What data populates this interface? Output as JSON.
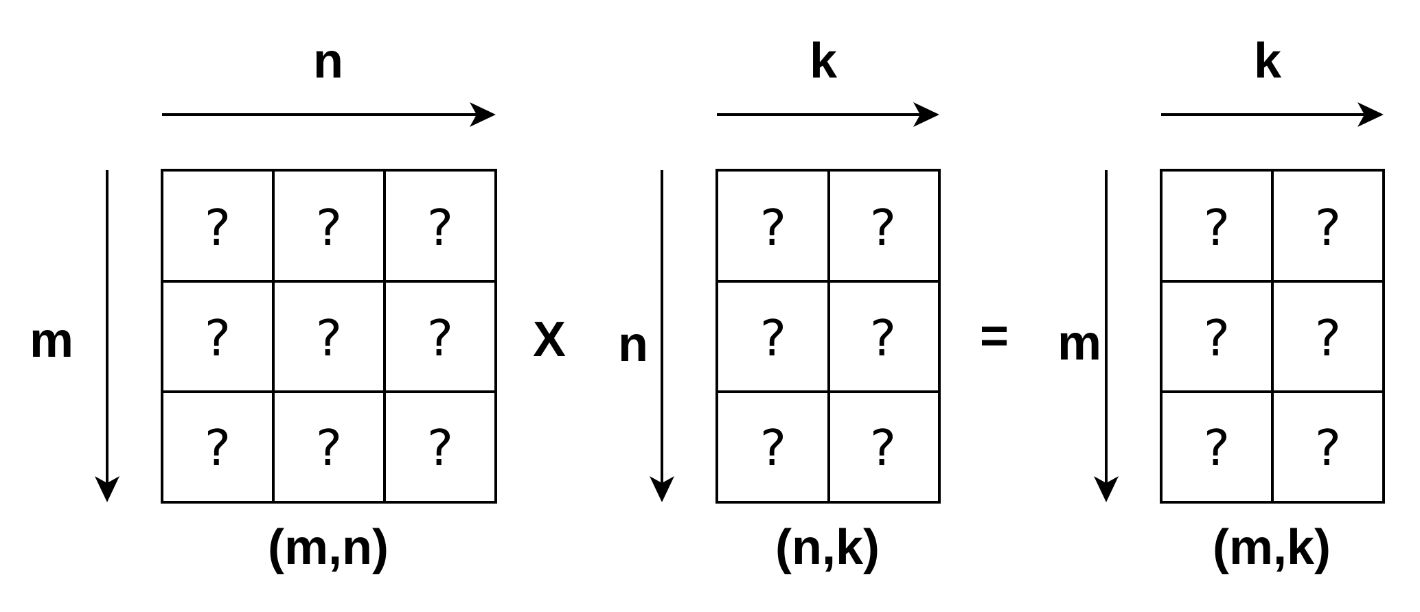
{
  "matrices": [
    {
      "top_label": "n",
      "side_label": "m",
      "shape_label": "(m,n)",
      "cells": [
        [
          "?",
          "?",
          "?"
        ],
        [
          "?",
          "?",
          "?"
        ],
        [
          "?",
          "?",
          "?"
        ]
      ]
    },
    {
      "top_label": "k",
      "side_label": "n",
      "shape_label": "(n,k)",
      "cells": [
        [
          "?",
          "?"
        ],
        [
          "?",
          "?"
        ],
        [
          "?",
          "?"
        ]
      ]
    },
    {
      "top_label": "k",
      "side_label": "m",
      "shape_label": "(m,k)",
      "cells": [
        [
          "?",
          "?"
        ],
        [
          "?",
          "?"
        ],
        [
          "?",
          "?"
        ]
      ]
    }
  ],
  "operators": {
    "multiply": "X",
    "equals": "="
  }
}
